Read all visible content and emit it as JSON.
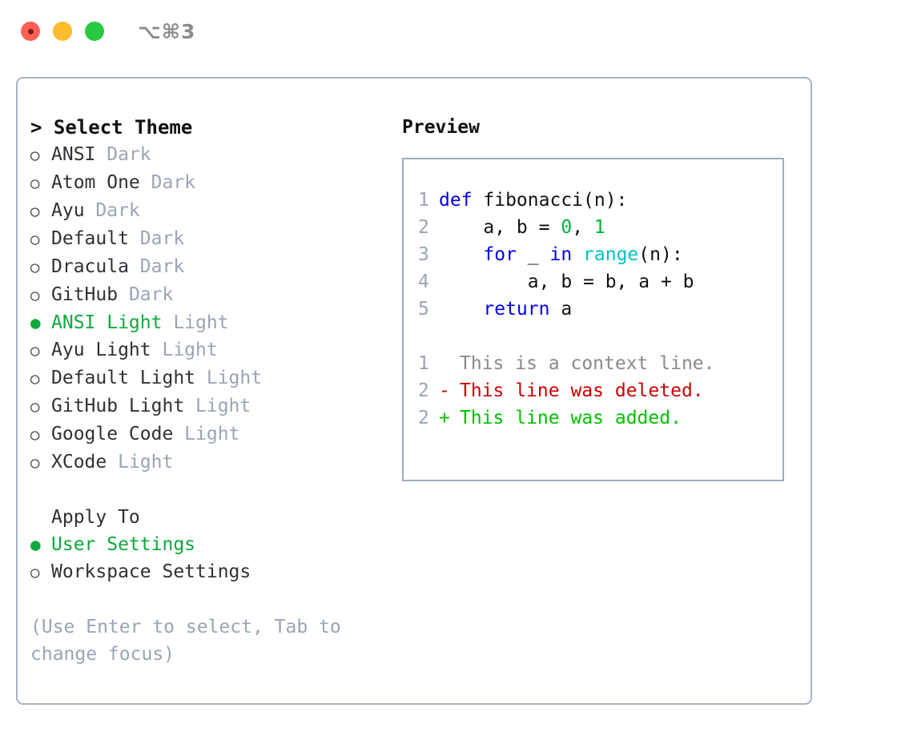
{
  "titlebar": {
    "shortcut": "⌥⌘3",
    "buttons": [
      {
        "name": "close",
        "color": "#ff5f57"
      },
      {
        "name": "minimize",
        "color": "#febc2e"
      },
      {
        "name": "maximize",
        "color": "#28c840"
      }
    ]
  },
  "colors": {
    "accent_green": "#0fa83c",
    "muted": "#9ba4b5",
    "border": "#a9b4c2",
    "preview_border": "#a0abbb",
    "keyword": "#0000ee",
    "number": "#00b33c",
    "builtin": "#00c3c3",
    "diff_delete": "#cc0000",
    "diff_add": "#00c000",
    "diff_context": "#8a8a8a"
  },
  "theme_panel": {
    "title": "> Select Theme",
    "items": [
      {
        "bullet": "○",
        "name": "ANSI",
        "kind": "Dark",
        "selected": false
      },
      {
        "bullet": "○",
        "name": "Atom One",
        "kind": "Dark",
        "selected": false
      },
      {
        "bullet": "○",
        "name": "Ayu",
        "kind": "Dark",
        "selected": false
      },
      {
        "bullet": "○",
        "name": "Default",
        "kind": "Dark",
        "selected": false
      },
      {
        "bullet": "○",
        "name": "Dracula",
        "kind": "Dark",
        "selected": false
      },
      {
        "bullet": "○",
        "name": "GitHub",
        "kind": "Dark",
        "selected": false
      },
      {
        "bullet": "●",
        "name": "ANSI Light",
        "kind": "Light",
        "selected": true
      },
      {
        "bullet": "○",
        "name": "Ayu Light",
        "kind": "Light",
        "selected": false
      },
      {
        "bullet": "○",
        "name": "Default Light",
        "kind": "Light",
        "selected": false
      },
      {
        "bullet": "○",
        "name": "GitHub Light",
        "kind": "Light",
        "selected": false
      },
      {
        "bullet": "○",
        "name": "Google Code",
        "kind": "Light",
        "selected": false
      },
      {
        "bullet": "○",
        "name": "XCode",
        "kind": "Light",
        "selected": false
      }
    ]
  },
  "apply_to": {
    "title": "Apply To",
    "items": [
      {
        "bullet": "●",
        "name": "User Settings",
        "selected": true
      },
      {
        "bullet": "○",
        "name": "Workspace Settings",
        "selected": false
      }
    ]
  },
  "hint": "(Use Enter to select, Tab to change focus)",
  "preview": {
    "label": "Preview",
    "code_lines": [
      {
        "number": "1",
        "tokens": [
          {
            "text": "def ",
            "type": "kw"
          },
          {
            "text": "fibonacci(n):",
            "type": "id"
          }
        ]
      },
      {
        "number": "2",
        "tokens": [
          {
            "text": "    a, b = ",
            "type": "id"
          },
          {
            "text": "0",
            "type": "num"
          },
          {
            "text": ", ",
            "type": "id"
          },
          {
            "text": "1",
            "type": "num"
          }
        ]
      },
      {
        "number": "3",
        "tokens": [
          {
            "text": "    ",
            "type": "id"
          },
          {
            "text": "for",
            "type": "kw"
          },
          {
            "text": " _ ",
            "type": "id"
          },
          {
            "text": "in",
            "type": "kw"
          },
          {
            "text": " ",
            "type": "id"
          },
          {
            "text": "range",
            "type": "fn"
          },
          {
            "text": "(n):",
            "type": "id"
          }
        ]
      },
      {
        "number": "4",
        "tokens": [
          {
            "text": "        a, b = b, a + b",
            "type": "id"
          }
        ]
      },
      {
        "number": "5",
        "tokens": [
          {
            "text": "    ",
            "type": "id"
          },
          {
            "text": "return",
            "type": "kw"
          },
          {
            "text": " a",
            "type": "id"
          }
        ]
      }
    ],
    "diff_lines": [
      {
        "number": "1",
        "mark": " ",
        "text": "This is a context line.",
        "type": "context"
      },
      {
        "number": "2",
        "mark": "-",
        "text": "This line was deleted.",
        "type": "delete"
      },
      {
        "number": "2",
        "mark": "+",
        "text": "This line was added.",
        "type": "add"
      }
    ]
  }
}
